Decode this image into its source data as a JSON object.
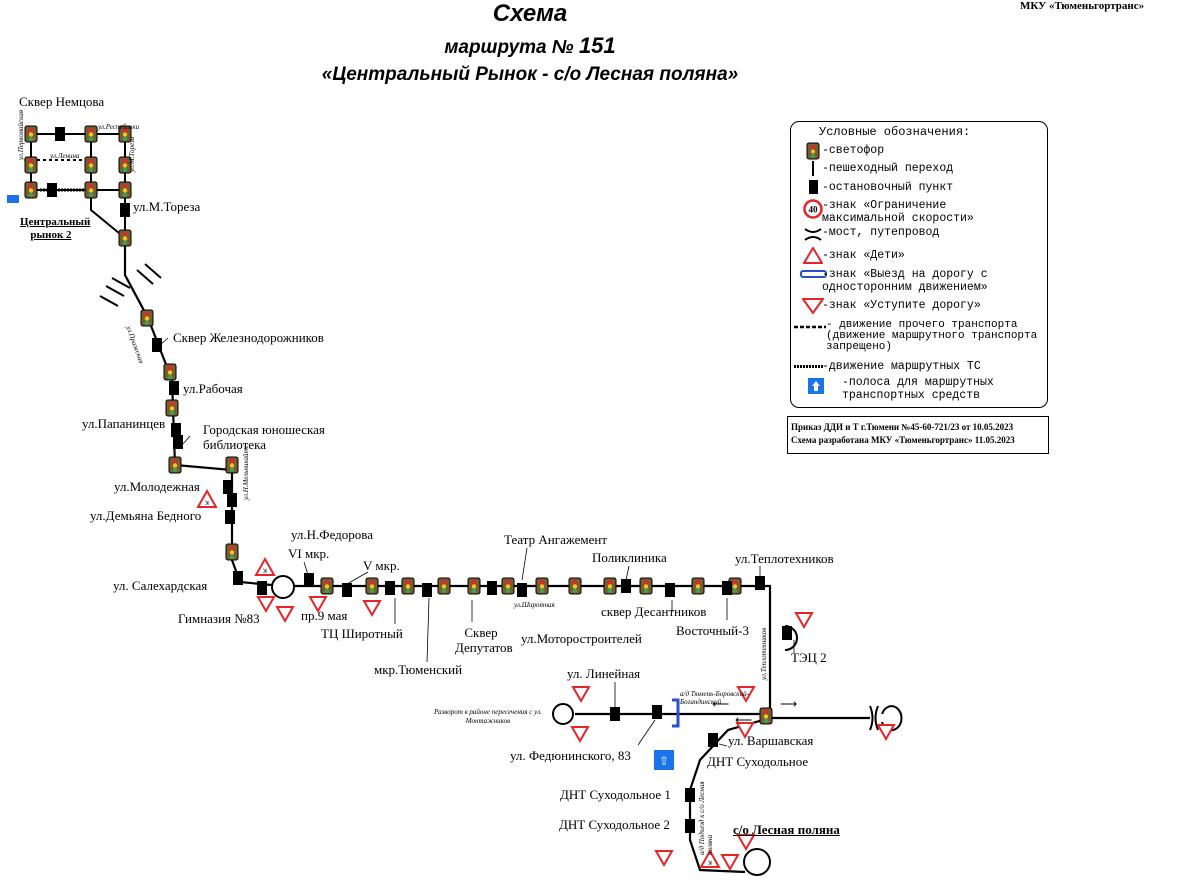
{
  "header": {
    "title": "Схема",
    "route_prefix": "маршрута №",
    "route_number": "151",
    "route_name": "«Центральный Рынок - с/о Лесная поляна»",
    "organization": "МКУ «Тюменьгортранс»"
  },
  "legend": {
    "title": "Условные обозначения:",
    "items": [
      {
        "icon": "traffic-light-icon",
        "text": "-светофор"
      },
      {
        "icon": "crosswalk-icon",
        "text": "-пешеходный переход"
      },
      {
        "icon": "bus-stop-icon",
        "text": "-остановочный пункт"
      },
      {
        "icon": "speed-limit-40-icon",
        "text": "-знак «Ограничение максимальной скорости»",
        "sign_value": "40"
      },
      {
        "icon": "bridge-icon",
        "text": "-мост, путепровод"
      },
      {
        "icon": "children-sign-icon",
        "text": "-знак «Дети»"
      },
      {
        "icon": "one-way-exit-sign-icon",
        "text": "-знак «Выезд на дорогу с односторонним движением»"
      },
      {
        "icon": "yield-sign-icon",
        "text": "-знак «Уступите дорогу»"
      },
      {
        "icon": "dashed-line-icon",
        "text": "- движение прочего транспорта (движение маршрутного транспорта запрещено)"
      },
      {
        "icon": "arrow-line-icon",
        "text": "-движение маршрутных ТС"
      },
      {
        "icon": "bus-lane-icon",
        "text": "-полоса для маршрутных транспортных средств"
      }
    ]
  },
  "order": {
    "line1": "Приказ ДДИ и Т г.Тюмени №45-60-721/23 от 10.05.2023",
    "line2": "Схема разработана МКУ «Тюменьгортранс» 11.05.2023"
  },
  "stops": {
    "skver_nemtsova": "Сквер Немцова",
    "central_market": "Центральный рынок 2",
    "torez": "ул.М.Тореза",
    "skver_zhd": "Сквер Железнодорожников",
    "rabochaya": "ул.Рабочая",
    "papanintsev": "ул.Папанинцев",
    "library": "Городская юношеская библиотека",
    "molodezhnaya": "ул.Молодежная",
    "demyana": "ул.Демьяна Бедного",
    "salekhardskaya": "ул. Салехардская",
    "gymnasium": "Гимназия №83",
    "fedorova": "ул.Н.Федорова",
    "vi_mkr": "VI мкр.",
    "pr9": "пр.9 мая",
    "tc_shirotny": "ТЦ Широтный",
    "v_mkr": "V мкр.",
    "mkr_tyumensky": "мкр.Тюменский",
    "skver_deputatov": "Сквер Депутатов",
    "theatre": "Театр Ангажемент",
    "motorostroiteley": "ул.Моторостроителей",
    "poliklinika": "Поликлиника",
    "skver_desantnikov": "сквер Десантников",
    "vostochny": "Восточный-3",
    "teplotekhnikov": "ул.Теплотехников",
    "tec2": "ТЭЦ 2",
    "lineynaya": "ул. Линейная",
    "fedyuninskogo": "ул. Федюнинского, 83",
    "varshavskaya": "ул. Варшавская",
    "dnt": "ДНТ Суходольное",
    "dnt1": "ДНТ Суходольное 1",
    "dnt2": "ДНТ Суходольное 2",
    "lesnaya": "с/о Лесная поляна"
  },
  "streets": {
    "respubliki": "ул.Республики",
    "lenina": "ул.Ленина",
    "tor": "ул.М.Тореза",
    "pervomayskaya": "ул.Первомайская",
    "shirotnaya": "ул.Широтная",
    "melnikayte": "ул.Н.Мельникайте",
    "teplotekhnikov_v": "ул.Теплотехников",
    "trakt": "а/д Тюмень-Боровский-Богандинский",
    "lesnaya_road": "а/д Подъезд к с/о Лесная поляна",
    "razvorot": "Разворот в районе пересечения с ул. Монтажников",
    "zhd": "ул.Пражская"
  },
  "signs": {
    "speed_value": "40"
  },
  "colors": {
    "route": "#000000",
    "sign_red": "#e8232a",
    "lane_blue": "#1a73e8",
    "oneway_blue": "#2a4fc9"
  }
}
